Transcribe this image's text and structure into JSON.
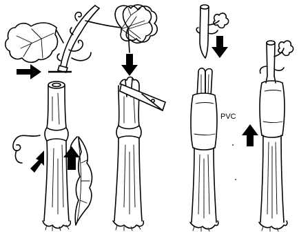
{
  "diagram": {
    "pvc_label": "PVC"
  },
  "icons": {
    "arrow_shape": "solid-black-arrow",
    "leaf_shape": "grape-leaf",
    "tendril_shape": "curled-tendril"
  }
}
